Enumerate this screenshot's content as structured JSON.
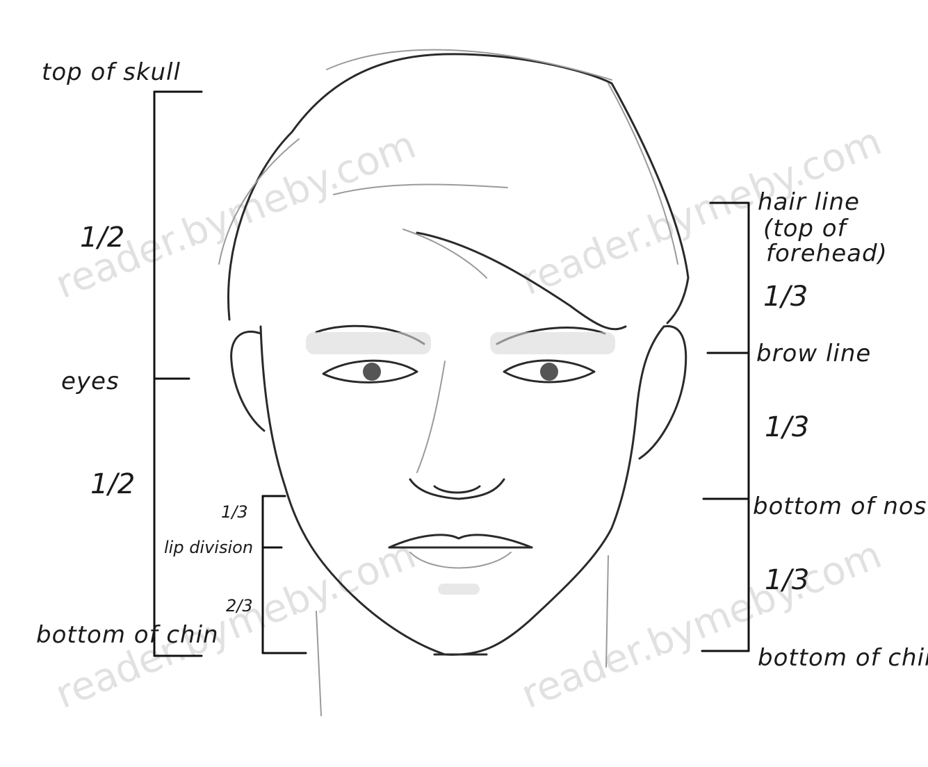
{
  "left": {
    "top_of_skull": "top of skull",
    "half_upper": "1/2",
    "eyes": "eyes",
    "half_lower": "1/2",
    "bottom_of_chin": "bottom of chin"
  },
  "mouth": {
    "third": "1/3",
    "lip_division": "lip division",
    "two_thirds": "2/3"
  },
  "right": {
    "hairline": "hair line",
    "hairline_note_1": "(top of",
    "hairline_note_2": "forehead)",
    "third_1": "1/3",
    "brow_line": "brow line",
    "third_2": "1/3",
    "bottom_of_nose": "bottom of nose",
    "third_3": "1/3",
    "bottom_of_chin": "bottom of chin"
  },
  "watermark": "reader.bymeby.com"
}
